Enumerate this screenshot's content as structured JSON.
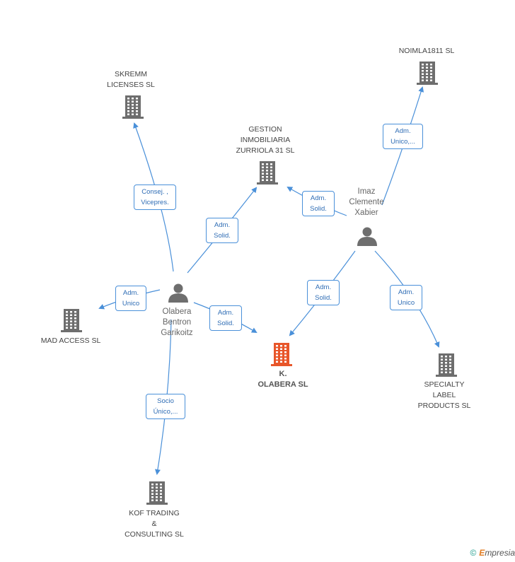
{
  "companies": {
    "k_olabera": {
      "label_lines": [
        "K.",
        "OLABERA SL"
      ],
      "color": "#e8562a"
    },
    "skremm": {
      "label_lines": [
        "SKREMM",
        "LICENSES  SL"
      ],
      "color": "#6e6e6e"
    },
    "gestion": {
      "label_lines": [
        "GESTION",
        "INMOBILIARIA",
        "ZURRIOLA 31 SL"
      ],
      "color": "#6e6e6e"
    },
    "noimla": {
      "label_lines": [
        "NOIMLA1811  SL"
      ],
      "color": "#6e6e6e"
    },
    "mad_access": {
      "label_lines": [
        "MAD ACCESS SL"
      ],
      "color": "#6e6e6e"
    },
    "specialty": {
      "label_lines": [
        "SPECIALTY",
        "LABEL",
        "PRODUCTS SL"
      ],
      "color": "#6e6e6e"
    },
    "kof": {
      "label_lines": [
        "KOF TRADING",
        "&",
        "CONSULTING SL"
      ],
      "color": "#6e6e6e"
    }
  },
  "persons": {
    "olabera": {
      "label_lines": [
        "Olabera",
        "Bentron",
        "Garikoitz"
      ]
    },
    "imaz": {
      "label_lines": [
        "Imaz",
        "Clemente",
        "Xabier"
      ]
    }
  },
  "edges": {
    "olabera_skremm": {
      "lines": [
        "Consej. ,",
        "Vicepres."
      ]
    },
    "olabera_gestion": {
      "lines": [
        "Adm.",
        "Solid."
      ]
    },
    "olabera_mad": {
      "lines": [
        "Adm.",
        "Unico"
      ]
    },
    "olabera_k": {
      "lines": [
        "Adm.",
        "Solid."
      ]
    },
    "olabera_kof": {
      "lines": [
        "Socio",
        "Único,..."
      ]
    },
    "imaz_gestion": {
      "lines": [
        "Adm.",
        "Solid."
      ]
    },
    "imaz_noimla": {
      "lines": [
        "Adm.",
        "Unico,..."
      ]
    },
    "imaz_k": {
      "lines": [
        "Adm.",
        "Solid."
      ]
    },
    "imaz_specialty": {
      "lines": [
        "Adm.",
        "Unico"
      ]
    }
  },
  "footer": {
    "copyright": "©",
    "brand_first": "E",
    "brand_rest": "mpresia"
  },
  "colors": {
    "edge": "#4a90d9",
    "person": "#6e6e6e"
  }
}
